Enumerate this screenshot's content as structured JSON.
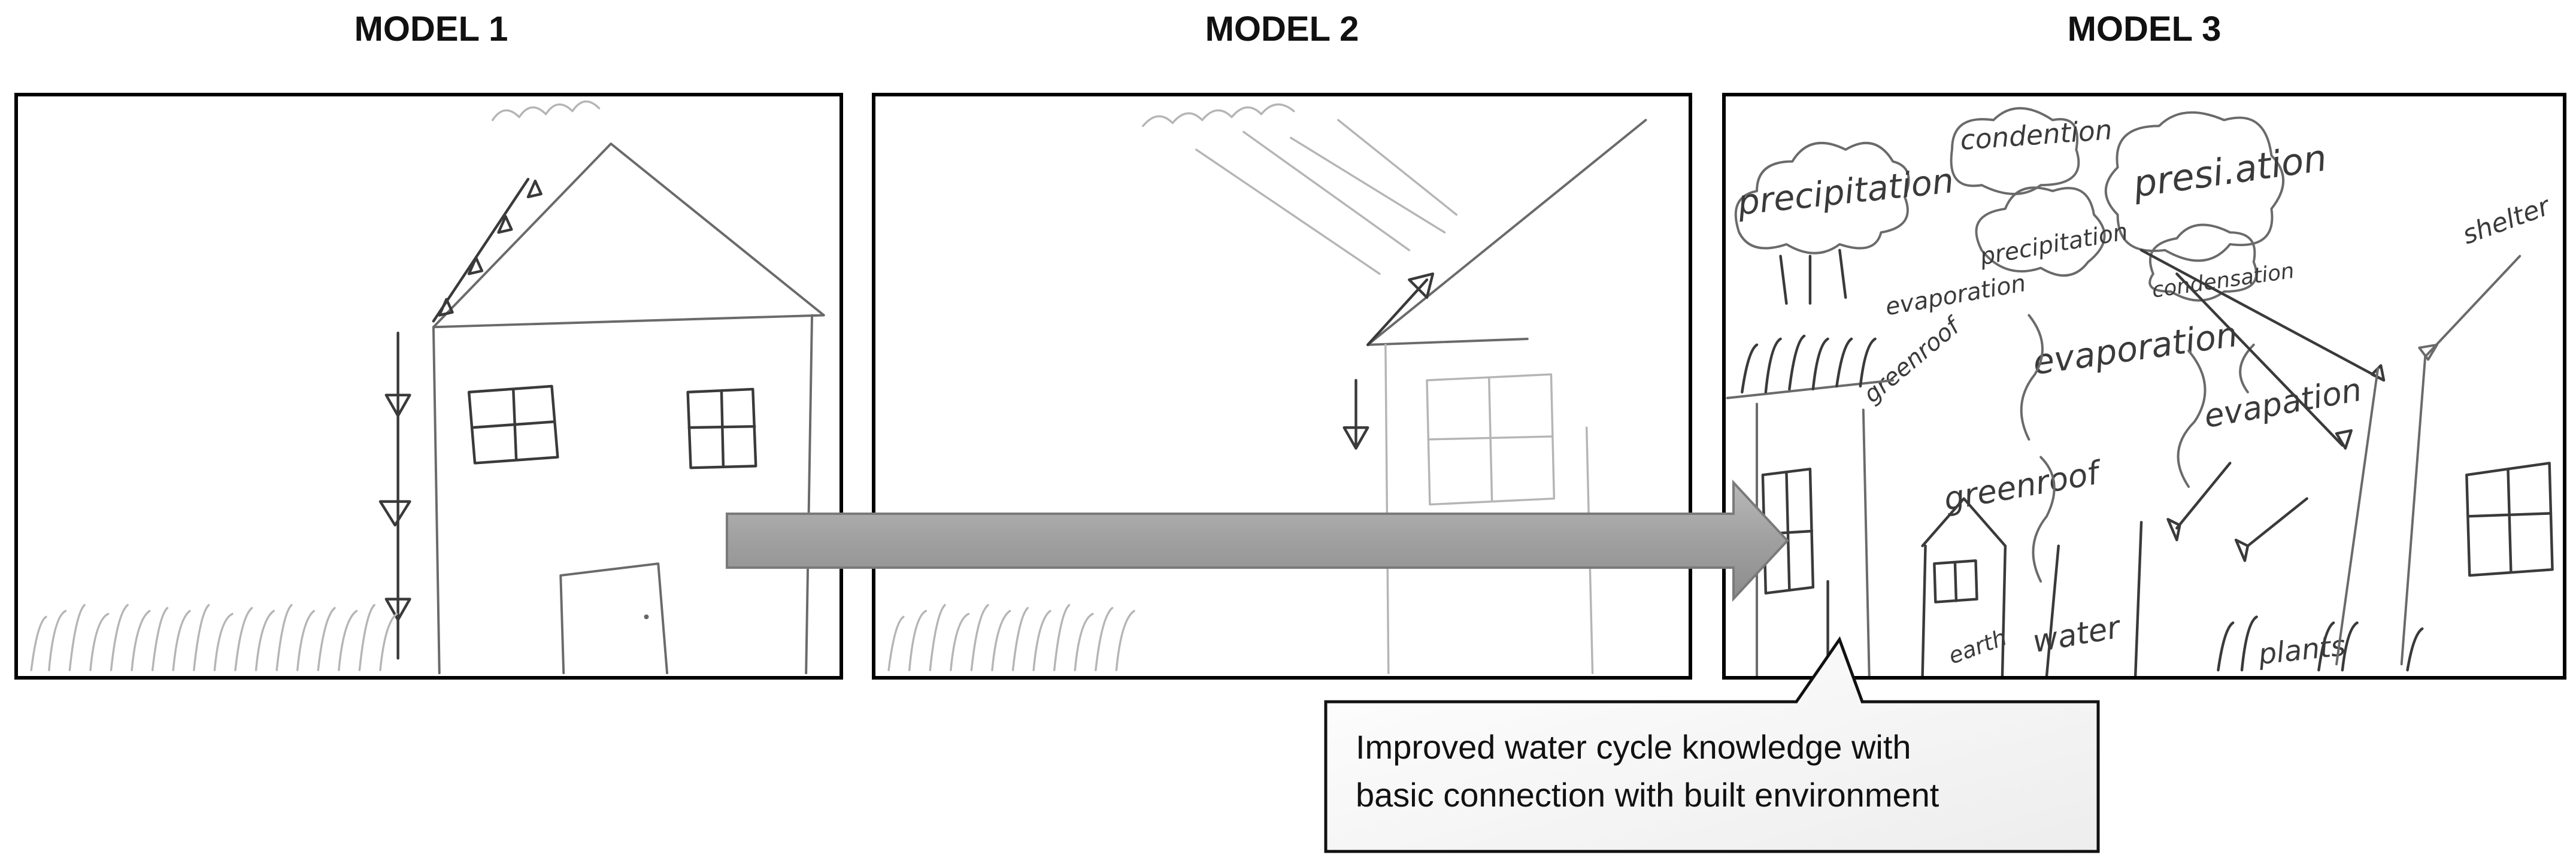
{
  "models": [
    {
      "title": "MODEL 1"
    },
    {
      "title": "MODEL 2"
    },
    {
      "title": "MODEL 3"
    }
  ],
  "model3_labels": {
    "precipitation_left": "precipitation",
    "condensation": "condention",
    "precipitation_right": "presi.ation",
    "precipitation_mid": "precipitation",
    "condensation_mid": "condensation",
    "evaporation_left": "evaporation",
    "evaporation_center": "evaporation",
    "evaporation_right": "evapation",
    "green_roof_top": "greenroof",
    "green_roof_house": "greenroof",
    "shelter": "shelter",
    "earth": "earth",
    "water": "water",
    "plants": "plants"
  },
  "callout": {
    "line1": "Improved water cycle knowledge with",
    "line2": "basic connection with built environment"
  }
}
